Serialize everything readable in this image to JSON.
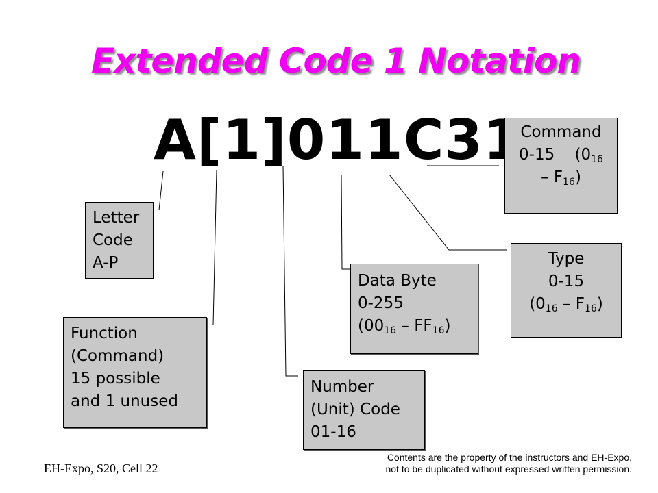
{
  "slide": {
    "title": "Extended Code 1 Notation",
    "code": "A[1]011C31"
  },
  "boxes": {
    "letter": {
      "lines": [
        "Letter",
        "Code",
        "A-P"
      ]
    },
    "function": {
      "lines": [
        "Function",
        "(Command)",
        "15 possible",
        "and 1 unused"
      ]
    },
    "number": {
      "lines": [
        "Number",
        "(Unit) Code",
        "01-16"
      ]
    },
    "data_byte": {
      "line1": "Data Byte",
      "line2": "0-255",
      "open_paren": "(00",
      "sub1": "16",
      "dash": " – FF",
      "sub2": "16",
      "close_paren": ")"
    },
    "type": {
      "line1": "Type",
      "line2": "0-15",
      "open_paren": "(0",
      "sub1": "16",
      "dash": " – F",
      "sub2": "16",
      "close_paren": ")"
    },
    "command": {
      "line1": "Command",
      "line2_a": "0-15    (0",
      "sub1": "16",
      "line3_a": "– F",
      "sub2": "16",
      "close_paren": ")"
    }
  },
  "footer": {
    "left": "EH-Expo, S20, Cell   22",
    "right_line1": "Contents are the property of the instructors and EH-Expo,",
    "right_line2": "not to be duplicated without expressed written permission."
  },
  "colors": {
    "title": "#f000f0",
    "box_fill": "#c8c8c8"
  }
}
